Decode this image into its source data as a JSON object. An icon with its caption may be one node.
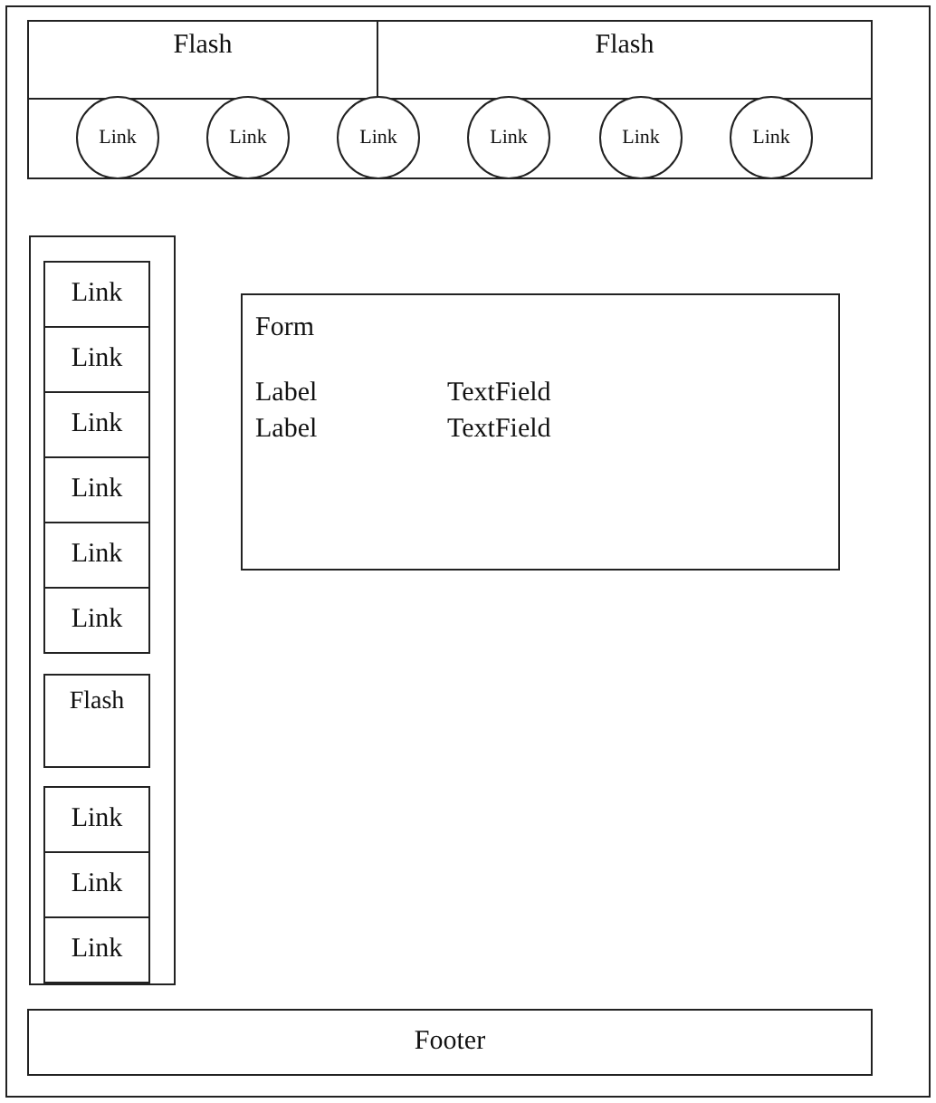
{
  "diagram": {
    "nodes": [
      {
        "text": [
          "Flash"
        ]
      },
      {
        "text": [
          "Flash"
        ]
      },
      {
        "text": [
          "Link"
        ]
      },
      {
        "text": [
          "Link"
        ]
      },
      {
        "text": [
          "Link"
        ]
      },
      {
        "text": [
          "Link"
        ]
      },
      {
        "text": [
          "Link"
        ]
      },
      {
        "text": [
          "Link"
        ]
      },
      {
        "text": [],
        "shape": "box"
      },
      {
        "text": [
          "Link"
        ],
        "in": 8
      },
      {
        "text": [
          "Link"
        ],
        "in": 8
      },
      {
        "text": [
          "Link"
        ],
        "in": 8
      },
      {
        "text": [
          "Link"
        ],
        "in": 8
      },
      {
        "text": [
          "Link"
        ],
        "in": 8
      },
      {
        "text": [
          "Link"
        ],
        "in": 8
      },
      {
        "text": [
          "Flash"
        ],
        "in": 8
      },
      {
        "text": [
          "Link"
        ],
        "in": 8
      },
      {
        "text": [
          "Link"
        ],
        "in": 8
      },
      {
        "text": [
          "Link"
        ],
        "in": 8
      },
      {
        "text": [
          "Form",
          "Label",
          "TextField",
          "Label",
          "TextField"
        ]
      },
      {
        "text": [
          "Footer"
        ]
      }
    ]
  }
}
